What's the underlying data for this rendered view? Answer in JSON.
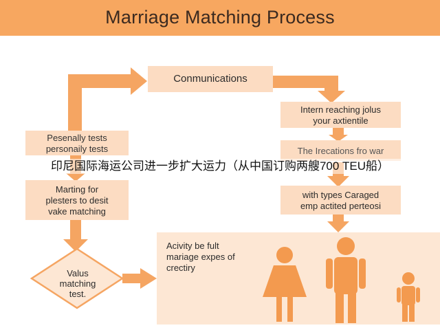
{
  "title": "Marriage Matching Process",
  "boxes": {
    "communications": "Conmunications",
    "personality_line1": "Pesenally tests",
    "personality_line2": "personaily tests",
    "marting_line1": "Marting for",
    "marting_line2": "plesters to desit",
    "marting_line3": "vake matching",
    "intern_line1": "Intern reaching jolus",
    "intern_line2": "your axtientile",
    "irrecations": "The Irecations fro war",
    "types_line1": "with types Caraged",
    "types_line2": "emp actited perteosi",
    "activity_line1": "Acivity be fult",
    "activity_line2": "mariage expes of",
    "activity_line3": "crectiry"
  },
  "diamond": {
    "line1": "Valus",
    "line2": "matching",
    "line3": "test."
  },
  "overlay_caption": "印尼国际海运公司进一步扩大运力（从中国订购两艘700 TEU船）",
  "colors": {
    "header": "#f7a760",
    "arrow": "#f5a562",
    "box": "#fcdcc2",
    "figure": "#f39a4f"
  }
}
